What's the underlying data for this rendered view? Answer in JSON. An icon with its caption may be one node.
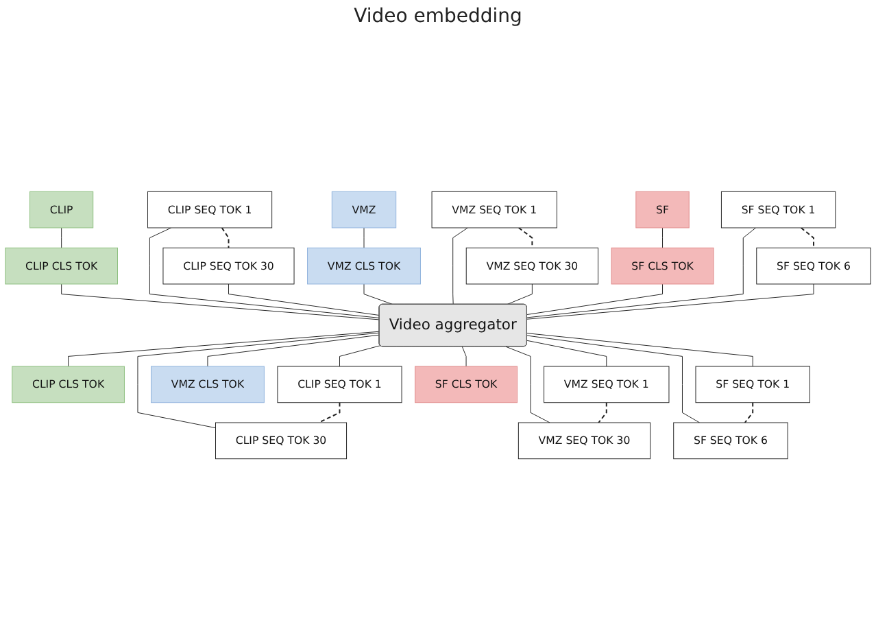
{
  "diagram": {
    "nodes": [
      {
        "text": [
          "CLIP"
        ]
      },
      {
        "text": [
          "VMZ"
        ]
      },
      {
        "text": [
          "SF"
        ]
      },
      {
        "text": [
          "CLIP CLS TOK"
        ]
      },
      {
        "text": [
          "CLIP SEQ TOK 1"
        ]
      },
      {
        "text": [
          "CLIP SEQ TOK 30"
        ]
      },
      {
        "text": [
          "VMZ CLS TOK"
        ]
      },
      {
        "text": [
          "VMZ SEQ TOK 1"
        ]
      },
      {
        "text": [
          "VMZ SEQ TOK 30"
        ]
      },
      {
        "text": [
          "SF CLS TOK"
        ]
      },
      {
        "text": [
          "SF SEQ TOK 1"
        ]
      },
      {
        "text": [
          "SF SEQ TOK 6"
        ]
      },
      {
        "text": [
          "Video aggregator"
        ]
      },
      {
        "text": [
          "CLIP CLS TOK"
        ]
      },
      {
        "text": [
          "CLIP SEQ TOK 1"
        ]
      },
      {
        "text": [
          "CLIP SEQ TOK 30"
        ]
      },
      {
        "text": [
          "VMZ CLS TOK"
        ]
      },
      {
        "text": [
          "VMZ SEQ TOK 1"
        ]
      },
      {
        "text": [
          "VMZ SEQ TOK 30"
        ]
      },
      {
        "text": [
          "SF CLS TOK"
        ]
      },
      {
        "text": [
          "SF SEQ TOK 1"
        ]
      },
      {
        "text": [
          "SF SEQ TOK 6"
        ]
      }
    ],
    "edges": [
      {
        "from": 0,
        "to": 3,
        "arrow": "none"
      },
      {
        "from": 1,
        "to": 6,
        "arrow": "none"
      },
      {
        "from": 2,
        "to": 9,
        "arrow": "none"
      },
      {
        "from": 4,
        "to": 5,
        "arrow": "none",
        "style": "dashed"
      },
      {
        "from": 7,
        "to": 8,
        "arrow": "none",
        "style": "dashed"
      },
      {
        "from": 10,
        "to": 11,
        "arrow": "none",
        "style": "dashed"
      },
      {
        "from": 3,
        "to": 12,
        "arrow": "none"
      },
      {
        "from": 4,
        "to": 12,
        "arrow": "none"
      },
      {
        "from": 5,
        "to": 12,
        "arrow": "none"
      },
      {
        "from": 6,
        "to": 12,
        "arrow": "none"
      },
      {
        "from": 7,
        "to": 12,
        "arrow": "none"
      },
      {
        "from": 8,
        "to": 12,
        "arrow": "none"
      },
      {
        "from": 9,
        "to": 12,
        "arrow": "none"
      },
      {
        "from": 10,
        "to": 12,
        "arrow": "none"
      },
      {
        "from": 11,
        "to": 12,
        "arrow": "none"
      },
      {
        "from": 12,
        "to": 13,
        "arrow": "none"
      },
      {
        "from": 12,
        "to": 14,
        "arrow": "none"
      },
      {
        "from": 12,
        "to": 15,
        "arrow": "none"
      },
      {
        "from": 12,
        "to": 16,
        "arrow": "none"
      },
      {
        "from": 12,
        "to": 17,
        "arrow": "none"
      },
      {
        "from": 12,
        "to": 18,
        "arrow": "none"
      },
      {
        "from": 12,
        "to": 19,
        "arrow": "none"
      },
      {
        "from": 12,
        "to": 20,
        "arrow": "none"
      },
      {
        "from": 12,
        "to": 21,
        "arrow": "none"
      },
      {
        "from": 14,
        "to": 15,
        "arrow": "none",
        "style": "dashed"
      },
      {
        "from": 17,
        "to": 18,
        "arrow": "none",
        "style": "dashed"
      },
      {
        "from": 20,
        "to": 21,
        "arrow": "none",
        "style": "dashed"
      }
    ],
    "labels": [
      "Video embedding"
    ]
  }
}
